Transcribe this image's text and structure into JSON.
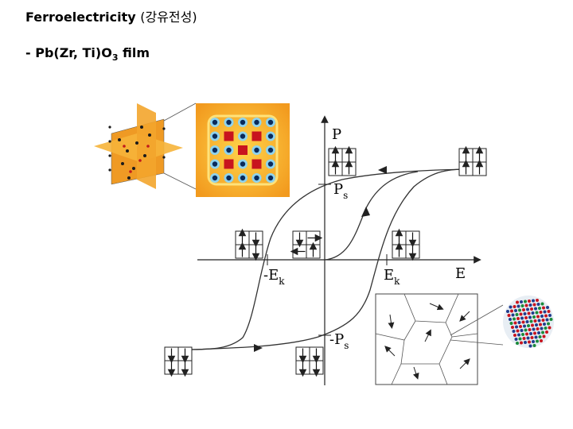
{
  "title": {
    "main": "Ferroelectricity",
    "korean": "(강유전성)"
  },
  "subtitle": {
    "prefix": "- Pb(Zr, Ti)O",
    "subscript": "3",
    "suffix": " film"
  },
  "diagram": {
    "axis_labels": {
      "p": "P",
      "e": "E"
    },
    "points": {
      "ps": {
        "main": "P",
        "sub": "s"
      },
      "neg_ps": {
        "main": "-P",
        "sub": "s"
      },
      "ek": {
        "main": "E",
        "sub": "k"
      },
      "neg_ek": {
        "main": "-E",
        "sub": "k"
      }
    },
    "icons": [
      "polarization-cell-icon",
      "domain-map-icon",
      "lattice-slice-icon",
      "crystal-lattice-icon"
    ],
    "colors": {
      "lattice_bg": "#f2a62a",
      "lattice_center": "#c8141e",
      "lattice_ring": "#2a9ad8"
    }
  }
}
